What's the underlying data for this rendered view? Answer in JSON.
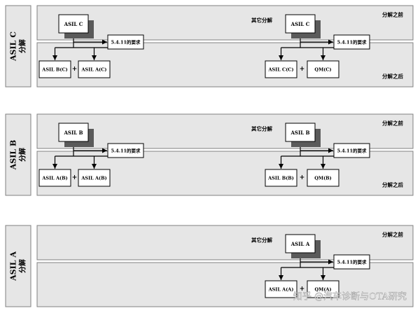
{
  "labels": {
    "before": "分解之前",
    "after": "分解之后",
    "other": "其它分解",
    "requirement": "5.4.11的要求",
    "plus": "+"
  },
  "watermark": "知乎 @汽车诊断与OTA研究",
  "colors": {
    "panel_fill": "#e6e6e6",
    "panel_stroke": "#808080",
    "box_fill": "#ffffff",
    "box_stroke": "#000000",
    "shadow": "#5a5a5a",
    "line": "#000000"
  },
  "sections": [
    {
      "id": "c",
      "side_title": "ASIL C",
      "side_sub": "分解",
      "show_other": true,
      "show_after": true,
      "left_group": {
        "source": "ASIL C",
        "children": [
          "ASIL B(C)",
          "ASIL A(C)"
        ]
      },
      "right_group": {
        "source": "ASIL C",
        "children": [
          "ASIL C(C)",
          "QM(C)"
        ]
      }
    },
    {
      "id": "b",
      "side_title": "ASIL B",
      "side_sub": "分解",
      "show_other": true,
      "show_after": true,
      "left_group": {
        "source": "ASIL B",
        "children": [
          "ASIL A(B)",
          "ASIL A(B)"
        ]
      },
      "right_group": {
        "source": "ASIL B",
        "children": [
          "ASIL B(B)",
          "QM(B)"
        ]
      }
    },
    {
      "id": "a",
      "side_title": "ASIL A",
      "side_sub": "分解",
      "show_other": true,
      "show_after": false,
      "left_group": null,
      "right_group": {
        "source": "ASIL A",
        "children": [
          "ASIL A(A)",
          "QM(A)"
        ]
      }
    }
  ]
}
